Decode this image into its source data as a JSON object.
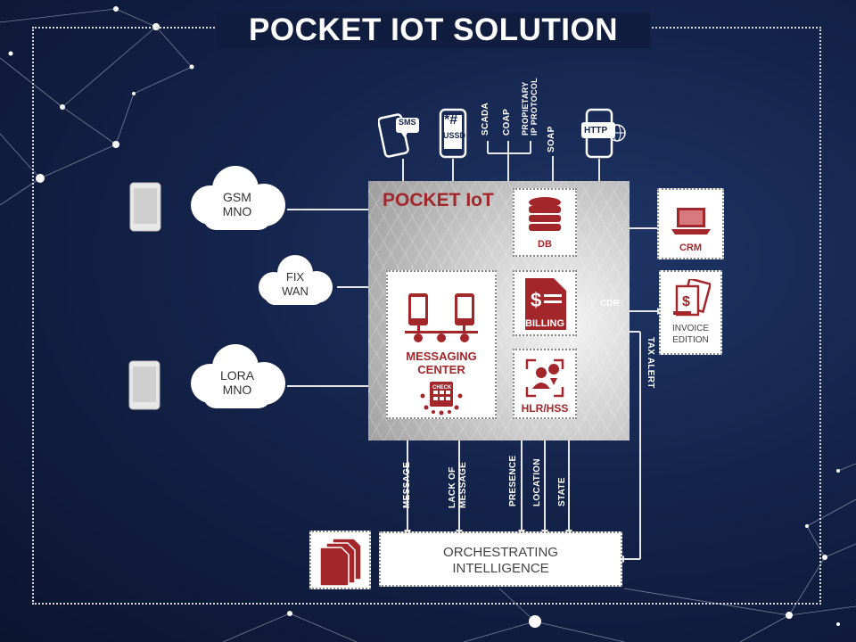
{
  "title": "POCKET IOT SOLUTION",
  "panel_title": "POCKET IoT",
  "top_protocols": {
    "sms": "SMS",
    "ussd_symbol": "*#",
    "ussd": "USSD",
    "scada": "SCADA",
    "coap": "COAP",
    "proprietary_line1": "PROPIETARY",
    "proprietary_line2": "IP PROTOCOL",
    "soap": "SOAP",
    "http": "HTTP"
  },
  "clouds": {
    "gsm_line1": "GSM",
    "gsm_line2": "MNO",
    "fix_line1": "FIX",
    "fix_line2": "WAN",
    "lora_line1": "LORA",
    "lora_line2": "MNO"
  },
  "modules": {
    "db": "DB",
    "billing": "BILLING",
    "hlr": "HLR/HSS",
    "messaging_line1": "MESSAGING",
    "messaging_line2": "CENTER",
    "check": "CHECK"
  },
  "external": {
    "crm": "CRM",
    "invoice_line1": "INVOICE",
    "invoice_line2": "EDITION",
    "cdr": "CDR",
    "tax_alert": "TAX ALERT"
  },
  "flows": {
    "message": "MESSAGE",
    "lack_line1": "LACK OF",
    "lack_line2": "MESSAGE",
    "presence": "PRESENCE",
    "location": "LOCATION",
    "state": "STATE"
  },
  "orchestrating": {
    "line1": "ORCHESTRATING",
    "line2": "INTELLIGENCE"
  },
  "colors": {
    "accent_red": "#a3262a",
    "background": "#14234a"
  }
}
